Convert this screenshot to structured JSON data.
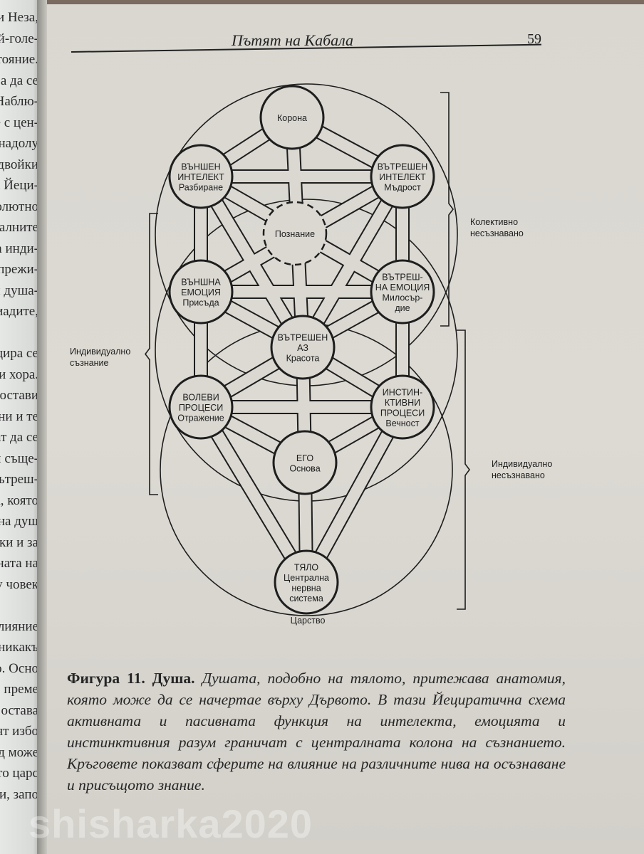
{
  "header": {
    "title": "Пътят на Кабала",
    "page_number": "59"
  },
  "left_page_fragments": [
    "и Неза,",
    "ай-голе-",
    "стояние.",
    "а да се",
    "Наблю-",
    "е с цен-",
    "надолу",
    "двойки",
    "а Йеци-",
    "олютно",
    "иалните",
    "на инди-",
    "прежи-",
    "и душа-",
    "риадите,",
    "",
    "ецира се",
    "ки хора.",
    "постави",
    "они и те",
    "гат да се",
    "и съще-",
    "вътреш-",
    "а, която",
    "на душ",
    "ски и за",
    "ината на",
    "цу човек",
    "",
    "влияние",
    "в никакъ",
    "о. Осно",
    "е, преме",
    "остава",
    "ият избо",
    "д може",
    "ото царс",
    "си, запо"
  ],
  "diagram": {
    "nodes": [
      {
        "id": "crown",
        "lines": [
          "Корона"
        ]
      },
      {
        "id": "outer-intellect",
        "lines": [
          "ВЪНШЕН",
          "ИНТЕЛЕКТ",
          "Разбиране"
        ]
      },
      {
        "id": "inner-intellect",
        "lines": [
          "ВЪТРЕШЕН",
          "ИНТЕЛЕКТ",
          "Мъдрост"
        ]
      },
      {
        "id": "knowledge",
        "lines": [
          "Познание"
        ]
      },
      {
        "id": "outer-emotion",
        "lines": [
          "ВЪНШНА",
          "ЕМОЦИЯ",
          "Присъда"
        ]
      },
      {
        "id": "inner-emotion",
        "lines": [
          "ВЪТРЕШ-",
          "НА ЕМОЦИЯ",
          "Милосър-",
          "дие"
        ]
      },
      {
        "id": "inner-self",
        "lines": [
          "ВЪТРЕШЕН",
          "АЗ",
          "Красота"
        ]
      },
      {
        "id": "will",
        "lines": [
          "ВОЛЕВИ",
          "ПРОЦЕСИ",
          "Отражение"
        ]
      },
      {
        "id": "instinct",
        "lines": [
          "ИНСТИН-",
          "КТИВНИ",
          "ПРОЦЕСИ",
          "Вечност"
        ]
      },
      {
        "id": "ego",
        "lines": [
          "ЕГО",
          "Основа"
        ]
      },
      {
        "id": "body",
        "lines": [
          "ТЯЛО",
          "Централна",
          "нервна",
          "система"
        ]
      }
    ],
    "kingdom_label": "Царство",
    "brackets": {
      "collective": [
        "Колективно",
        "несъзнавано"
      ],
      "individual_conscious": [
        "Индивидуално",
        "съзнание"
      ],
      "individual_unconscious": [
        "Индивидуално",
        "несъзнавано"
      ]
    }
  },
  "caption": {
    "lead": "Фигура 11. Душа.",
    "body": "Душата, подобно на тялото, притежава анатомия, която може да се начертае върху Дървото. В тази Йециратична схема активната и пасивната функция на интелекта, емоцията и инстинктивния разум граничат с централната колона на съзнанието. Кръговете показват сферите на влияние на различните нива на осъзнаване и присъщото знание."
  },
  "watermark": "shisharka2020",
  "colors": {
    "paper": "#dad8d1",
    "ink": "#1e1e1e"
  }
}
